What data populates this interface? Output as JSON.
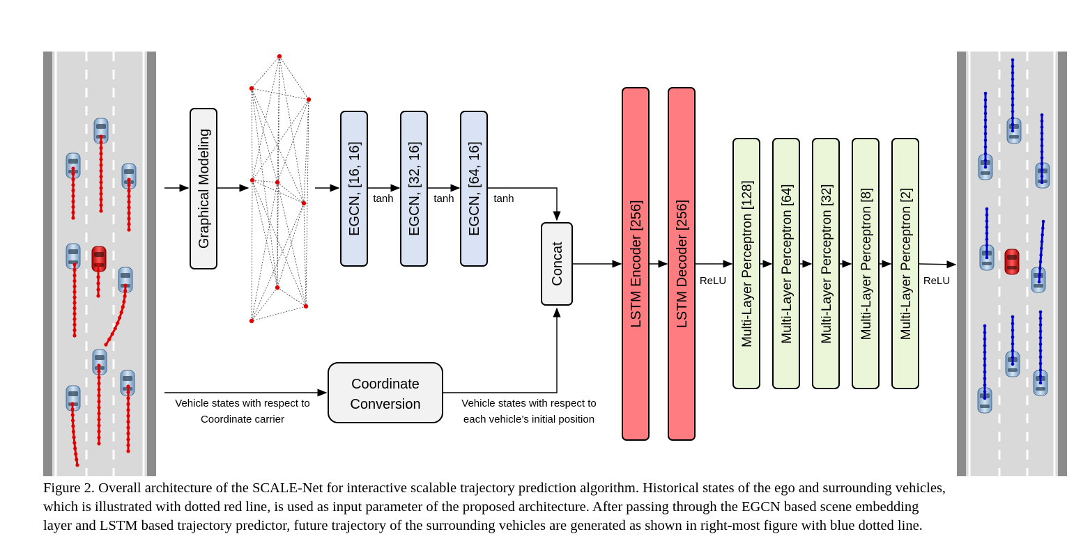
{
  "diagram": {
    "graphical_modeling_label": "Graphical Modeling",
    "egcn_layers": [
      "EGCN, [16, 16]",
      "EGCN, [32, 16]",
      "EGCN, [64, 16]"
    ],
    "activation_tanh": "tanh",
    "concat_label": "Concat",
    "coordinate_conversion": [
      "Coordinate",
      "Conversion"
    ],
    "input_states_label": [
      "Vehicle states with respect to",
      "Coordinate carrier"
    ],
    "converted_states_label": [
      "Vehicle states with respect to",
      "each vehicle’s initial position"
    ],
    "lstm_encoder": "LSTM Encoder [256]",
    "lstm_decoder": "LSTM Decoder [256]",
    "activation_relu": "ReLU",
    "mlp_layers": [
      "Multi-Layer Perceptron [128]",
      "Multi-Layer Perceptron [64]",
      "Multi-Layer Perceptron [32]",
      "Multi-Layer Perceptron [8]",
      "Multi-Layer Perceptron [2]"
    ],
    "colors": {
      "egcn_fill": "#dae3f3",
      "lstm_fill": "#ff7c80",
      "mlp_fill": "#ebf5d8",
      "concat_fill": "#f2f2f2",
      "history_trajectory": "#e00000",
      "predicted_trajectory": "#0000cc",
      "road": "#d9d9d9"
    }
  },
  "caption": {
    "line1": "Figure 2. Overall architecture of the SCALE-Net for interactive scalable trajectory prediction algorithm. Historical states of the ego and surrounding vehicles,",
    "line2": "which is illustrated with dotted red line, is used as input parameter of the proposed architecture. After passing through the EGCN based scene embedding",
    "line3": "layer and LSTM based trajectory predictor, future trajectory of the surrounding vehicles are generated as shown in right-most figure with blue dotted line."
  }
}
